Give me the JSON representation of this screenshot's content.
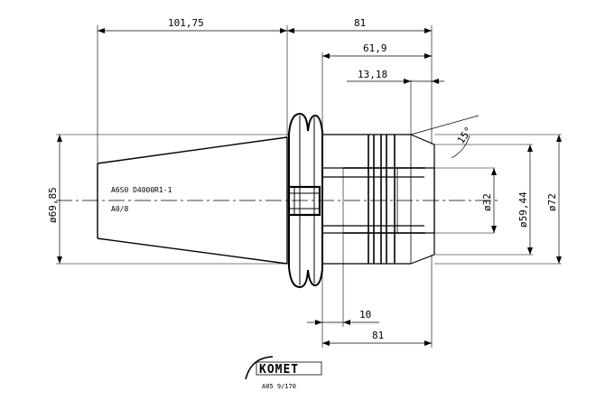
{
  "drawing": {
    "line_color": "#000000",
    "background_color": "#ffffff",
    "dimensions": {
      "overall_left": "101,75",
      "overall_right": "81",
      "inner_length": "61,9",
      "shank_offset": "13,18",
      "flange_diameter": "ø69,85",
      "bore_diameter": "ø32",
      "outer_diameter_1": "ø59,44",
      "outer_diameter_2": "ø72",
      "angle": "15°",
      "step_10": "10",
      "bottom_length": "81"
    },
    "callouts": {
      "part_code": "A6S0 D4000R1-1",
      "size_code": "A0/8"
    },
    "branding": {
      "logo": "KOMET",
      "reference": "A05 9/170"
    }
  }
}
